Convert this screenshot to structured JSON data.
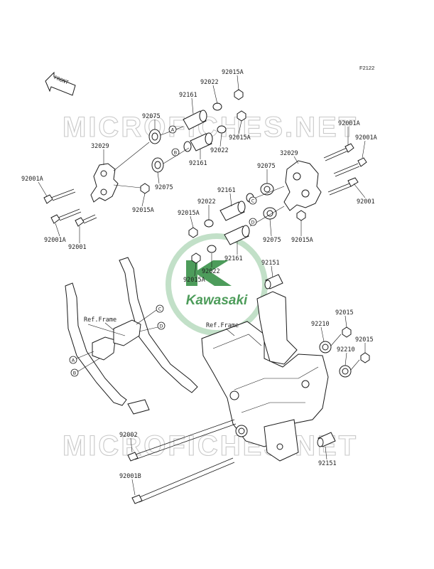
{
  "figure_code": "F2122",
  "front_label": "FRONT",
  "watermark_text": "MICROFICHES.NET",
  "logo_text": "Kawasaki",
  "ref_frame_label": "Ref.Frame",
  "callouts": [
    "A",
    "B",
    "C",
    "D"
  ],
  "parts": [
    {
      "id": "p1",
      "number": "92015A"
    },
    {
      "id": "p2",
      "number": "92022"
    },
    {
      "id": "p3",
      "number": "92161"
    },
    {
      "id": "p4",
      "number": "92075"
    },
    {
      "id": "p5",
      "number": "92015A"
    },
    {
      "id": "p6",
      "number": "92022"
    },
    {
      "id": "p7",
      "number": "92161"
    },
    {
      "id": "p8",
      "number": "32029"
    },
    {
      "id": "p9",
      "number": "92001A"
    },
    {
      "id": "p10",
      "number": "92075"
    },
    {
      "id": "p11",
      "number": "92015A"
    },
    {
      "id": "p12",
      "number": "92001A"
    },
    {
      "id": "p13",
      "number": "92001"
    },
    {
      "id": "p14",
      "number": "92001A"
    },
    {
      "id": "p15",
      "number": "92001A"
    },
    {
      "id": "p16",
      "number": "32029"
    },
    {
      "id": "p17",
      "number": "92075"
    },
    {
      "id": "p18",
      "number": "92161"
    },
    {
      "id": "p19",
      "number": "92022"
    },
    {
      "id": "p20",
      "number": "92015A"
    },
    {
      "id": "p21",
      "number": "92001"
    },
    {
      "id": "p22",
      "number": "92075"
    },
    {
      "id": "p23",
      "number": "92015A"
    },
    {
      "id": "p24",
      "number": "92161"
    },
    {
      "id": "p25",
      "number": "92022"
    },
    {
      "id": "p26",
      "number": "92015A"
    },
    {
      "id": "p27",
      "number": "92151"
    },
    {
      "id": "p28",
      "number": "92015"
    },
    {
      "id": "p29",
      "number": "92210"
    },
    {
      "id": "p30",
      "number": "92015"
    },
    {
      "id": "p31",
      "number": "92210"
    },
    {
      "id": "p32",
      "number": "92002"
    },
    {
      "id": "p33",
      "number": "92151"
    },
    {
      "id": "p34",
      "number": "92001B"
    }
  ]
}
